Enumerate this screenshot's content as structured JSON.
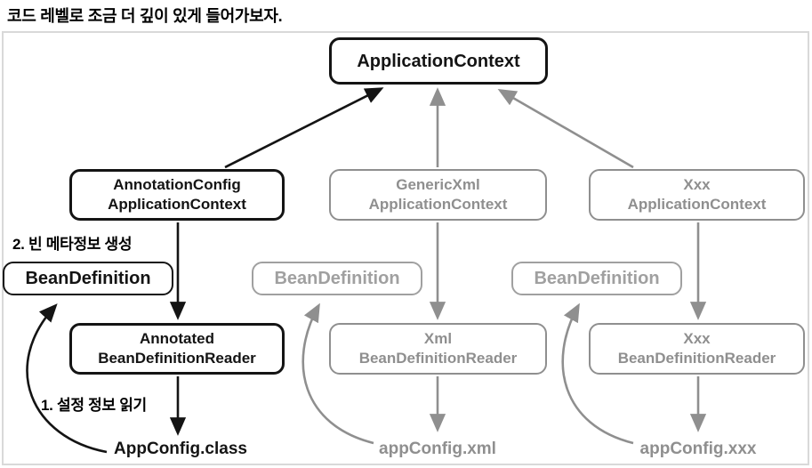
{
  "page": {
    "title": "코드 레벨로 조금 더 깊이 있게 들어가보자."
  },
  "colors": {
    "active": "#141414",
    "inactive": "#8f8f8f",
    "inactive_light": "#a0a0a0",
    "frame_border": "#d9d9d9",
    "background": "#ffffff"
  },
  "diagram": {
    "nodes": {
      "application_context": {
        "line1": "ApplicationContext",
        "state": "active"
      },
      "annotation_config_application_context": {
        "line1": "AnnotationConfig",
        "line2": "ApplicationContext",
        "state": "active"
      },
      "generic_xml_application_context": {
        "line1": "GenericXml",
        "line2": "ApplicationContext",
        "state": "inactive"
      },
      "xxx_application_context": {
        "line1": "Xxx",
        "line2": "ApplicationContext",
        "state": "inactive"
      },
      "bean_definition_left": {
        "line1": "BeanDefinition",
        "state": "active"
      },
      "bean_definition_mid": {
        "line1": "BeanDefinition",
        "state": "inactive"
      },
      "bean_definition_right": {
        "line1": "BeanDefinition",
        "state": "inactive"
      },
      "annotated_bean_definition_reader": {
        "line1": "Annotated",
        "line2": "BeanDefinitionReader",
        "state": "active"
      },
      "xml_bean_definition_reader": {
        "line1": "Xml",
        "line2": "BeanDefinitionReader",
        "state": "inactive"
      },
      "xxx_bean_definition_reader": {
        "line1": "Xxx",
        "line2": "BeanDefinitionReader",
        "state": "inactive"
      }
    },
    "files": {
      "app_config_class": {
        "label": "AppConfig.class",
        "state": "active"
      },
      "app_config_xml": {
        "label": "appConfig.xml",
        "state": "inactive"
      },
      "app_config_xxx": {
        "label": "appConfig.xxx",
        "state": "inactive"
      }
    },
    "annotations": {
      "step2_label": "2. 빈 메타정보 생성",
      "step1_label": "1. 설정 정보 읽기"
    }
  }
}
